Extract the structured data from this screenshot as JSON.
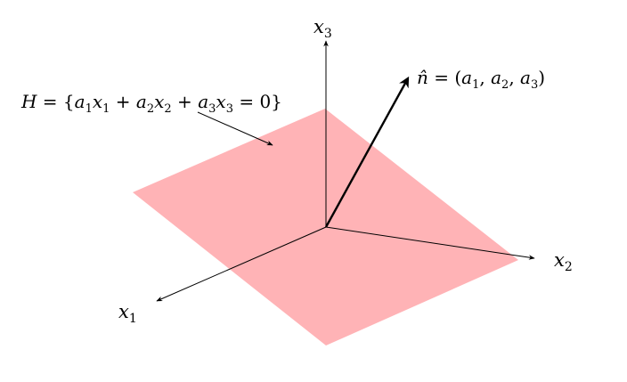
{
  "colors": {
    "plane_fill": "#ffb3b6",
    "axis": "#000000",
    "normal_vector": "#000000"
  },
  "labels": {
    "x3": {
      "base": "x",
      "sub": "3"
    },
    "x2": {
      "base": "x",
      "sub": "2"
    },
    "x1": {
      "base": "x",
      "sub": "1"
    },
    "normal": {
      "hat_n": "n̂",
      "eq": " = (",
      "a1": "a",
      "a1_sub": "1",
      "c1": ", ",
      "a2": "a",
      "a2_sub": "2",
      "c2": ", ",
      "a3": "a",
      "a3_sub": "3",
      "close": ")"
    },
    "plane": {
      "H": "H",
      "eq_open": " = {",
      "t1a": "a",
      "t1a_sub": "1",
      "t1x": "x",
      "t1x_sub": "1",
      "plus1": " + ",
      "t2a": "a",
      "t2a_sub": "2",
      "t2x": "x",
      "t2x_sub": "2",
      "plus2": " + ",
      "t3a": "a",
      "t3a_sub": "3",
      "t3x": "x",
      "t3x_sub": "3",
      "eq_close": " = 0}"
    }
  }
}
